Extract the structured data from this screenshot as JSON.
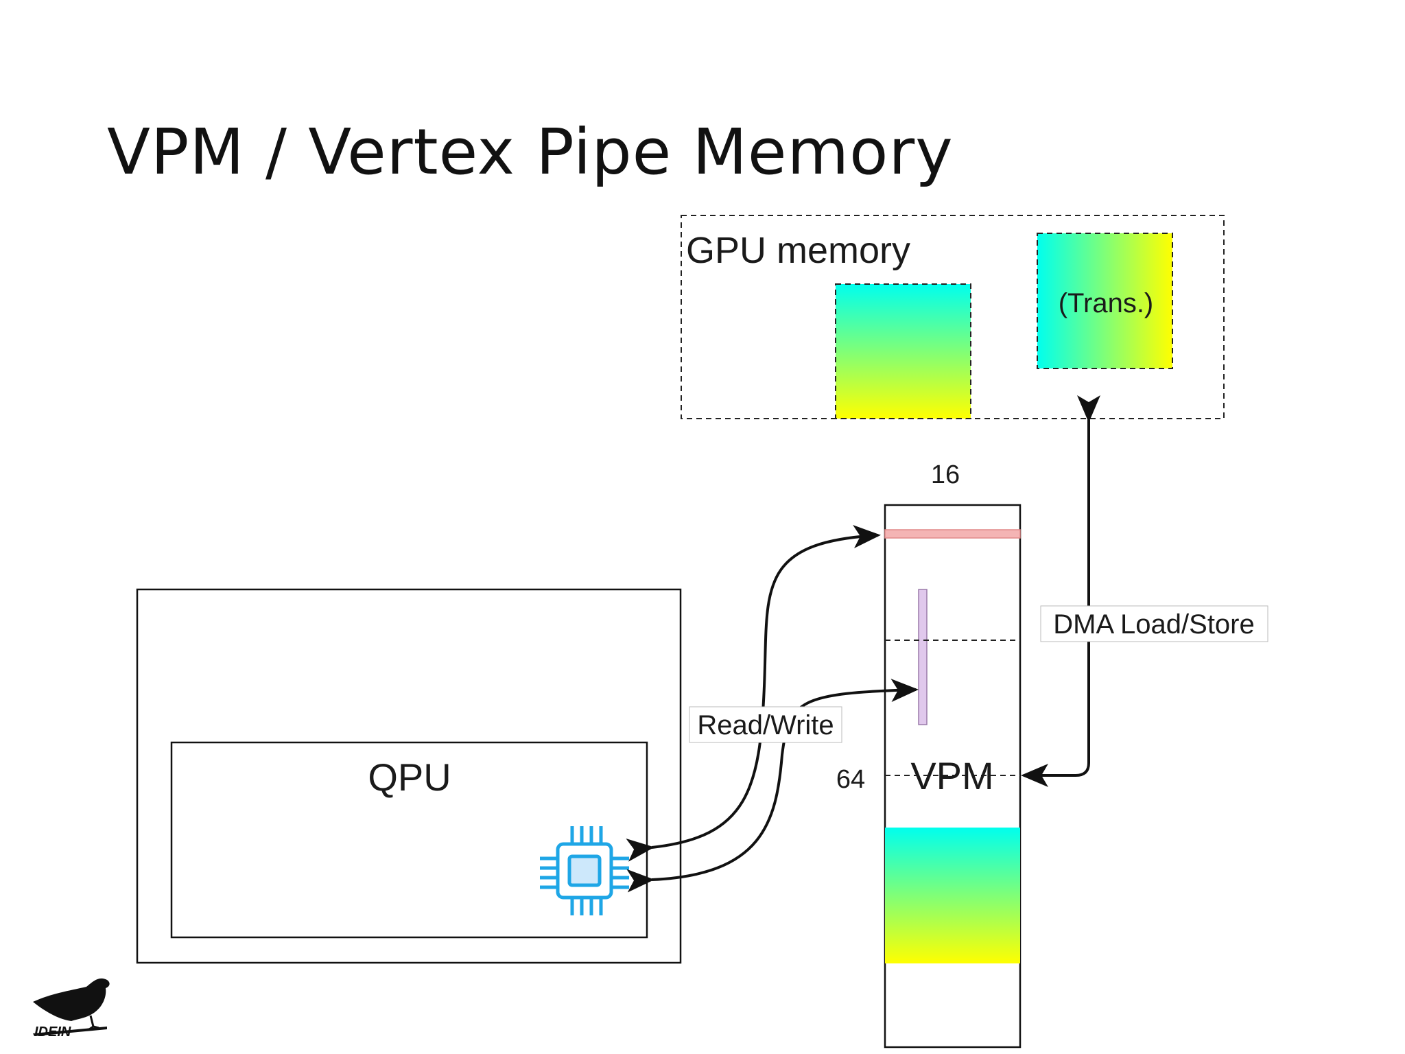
{
  "title": "VPM / Vertex Pipe Memory",
  "gpu_memory": {
    "label": "GPU memory",
    "trans_label": "(Trans.)"
  },
  "qpu": {
    "label": "QPU"
  },
  "vpm": {
    "label": "VPM",
    "width_label": "16",
    "height_label": "64"
  },
  "arrows": {
    "read_write": "Read/Write",
    "dma": "DMA Load/Store"
  },
  "logo": {
    "text": "IDEIN"
  },
  "colors": {
    "gradient_top": "#00ffee",
    "gradient_bottom": "#ffff00",
    "row_highlight": "#f4b4b4",
    "column_highlight": "#e0c8ec",
    "chip_icon": "#1ea6e6"
  }
}
